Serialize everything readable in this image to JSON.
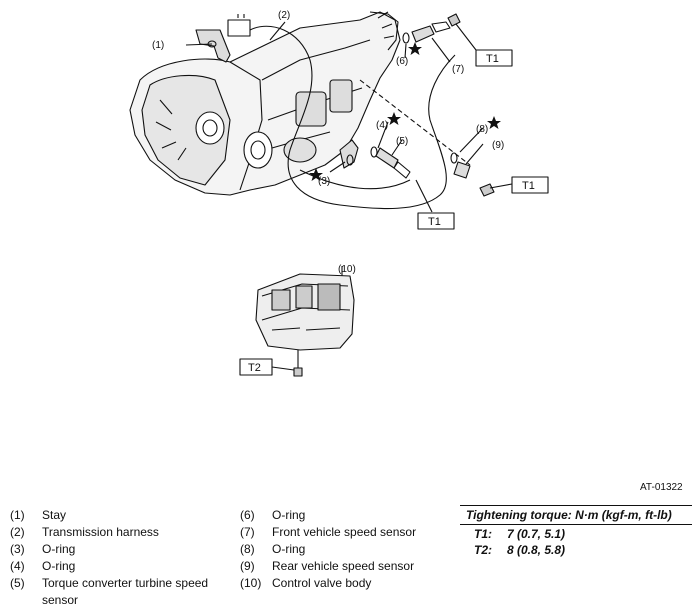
{
  "callouts": {
    "c1": "(1)",
    "c2": "(2)",
    "c3": "(3)",
    "c4": "(4)",
    "c5": "(5)",
    "c6": "(6)",
    "c7": "(7)",
    "c8": "(8)",
    "c9": "(9)",
    "c10": "(10)"
  },
  "torque_boxes": {
    "t1": "T1",
    "t2": "T2"
  },
  "reference_code": "AT-01322",
  "legend": [
    {
      "num": "(1)",
      "label": "Stay"
    },
    {
      "num": "(2)",
      "label": "Transmission harness"
    },
    {
      "num": "(3)",
      "label": "O-ring"
    },
    {
      "num": "(4)",
      "label": "O-ring"
    },
    {
      "num": "(5)",
      "label": "Torque converter turbine speed sensor"
    },
    {
      "num": "(6)",
      "label": "O-ring"
    },
    {
      "num": "(7)",
      "label": "Front vehicle speed sensor"
    },
    {
      "num": "(8)",
      "label": "O-ring"
    },
    {
      "num": "(9)",
      "label": "Rear vehicle speed sensor"
    },
    {
      "num": "(10)",
      "label": "Control valve body"
    }
  ],
  "torque_table": {
    "title": "Tightening torque: N·m (kgf-m, ft-lb)",
    "rows": [
      {
        "key": "T1:",
        "value": "7 (0.7, 5.1)"
      },
      {
        "key": "T2:",
        "value": "8 (0.8, 5.8)"
      }
    ]
  }
}
